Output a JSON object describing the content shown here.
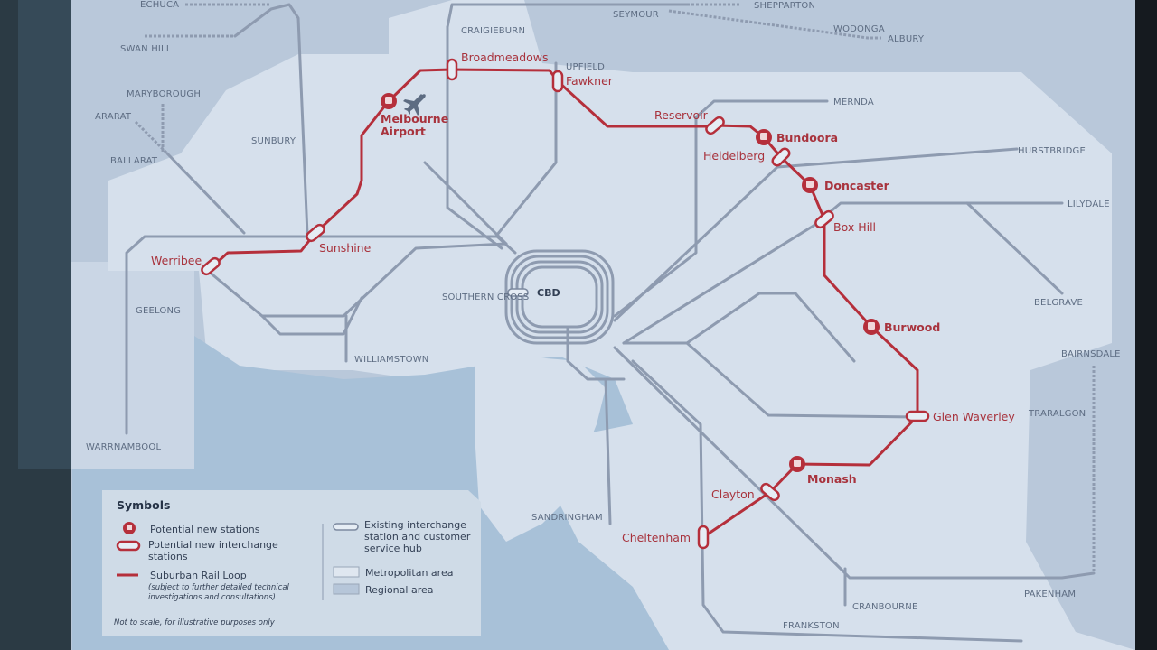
{
  "colors": {
    "rail_loop": "#b52f3b",
    "existing_lines": "#8e9bb0",
    "metropolitan_area": "#d9e3ee",
    "regional_area": "#b6c6d9",
    "water": "#a9c2d8"
  },
  "regional_stations": [
    "ECHUCA",
    "SWAN HILL",
    "MARYBOROUGH",
    "ARARAT",
    "BALLARAT",
    "SUNBURY",
    "CRAIGIEBURN",
    "UPFIELD",
    "SEYMOUR",
    "SHEPPARTON",
    "WODONGA",
    "ALBURY",
    "MERNDA",
    "HURSTBRIDGE",
    "LILYDALE",
    "BELGRAVE",
    "BAIRNSDALE",
    "TRARALGON",
    "PAKENHAM",
    "CRANBOURNE",
    "FRANKSTON",
    "SANDRINGHAM",
    "WILLIAMSTOWN",
    "GEELONG",
    "WARRNAMBOOL",
    "SOUTHERN CROSS",
    "CBD"
  ],
  "loop_stations": [
    "Werribee",
    "Sunshine",
    "Melbourne Airport",
    "Broadmeadows",
    "Fawkner",
    "Reservoir",
    "Bundoora",
    "Heidelberg",
    "Doncaster",
    "Box Hill",
    "Burwood",
    "Glen Waverley",
    "Monash",
    "Clayton",
    "Cheltenham"
  ],
  "legend": {
    "title": "Symbols",
    "items": [
      "Potential new stations",
      "Potential new interchange stations",
      "Suburban Rail Loop",
      "(subject to further detailed technical investigations and consultations)",
      "Existing interchange station and customer service hub",
      "Metropolitan area",
      "Regional area"
    ],
    "footnote": "Not to scale, for illustrative purposes only"
  },
  "icons": [
    "train-icon",
    "airplane-icon"
  ]
}
